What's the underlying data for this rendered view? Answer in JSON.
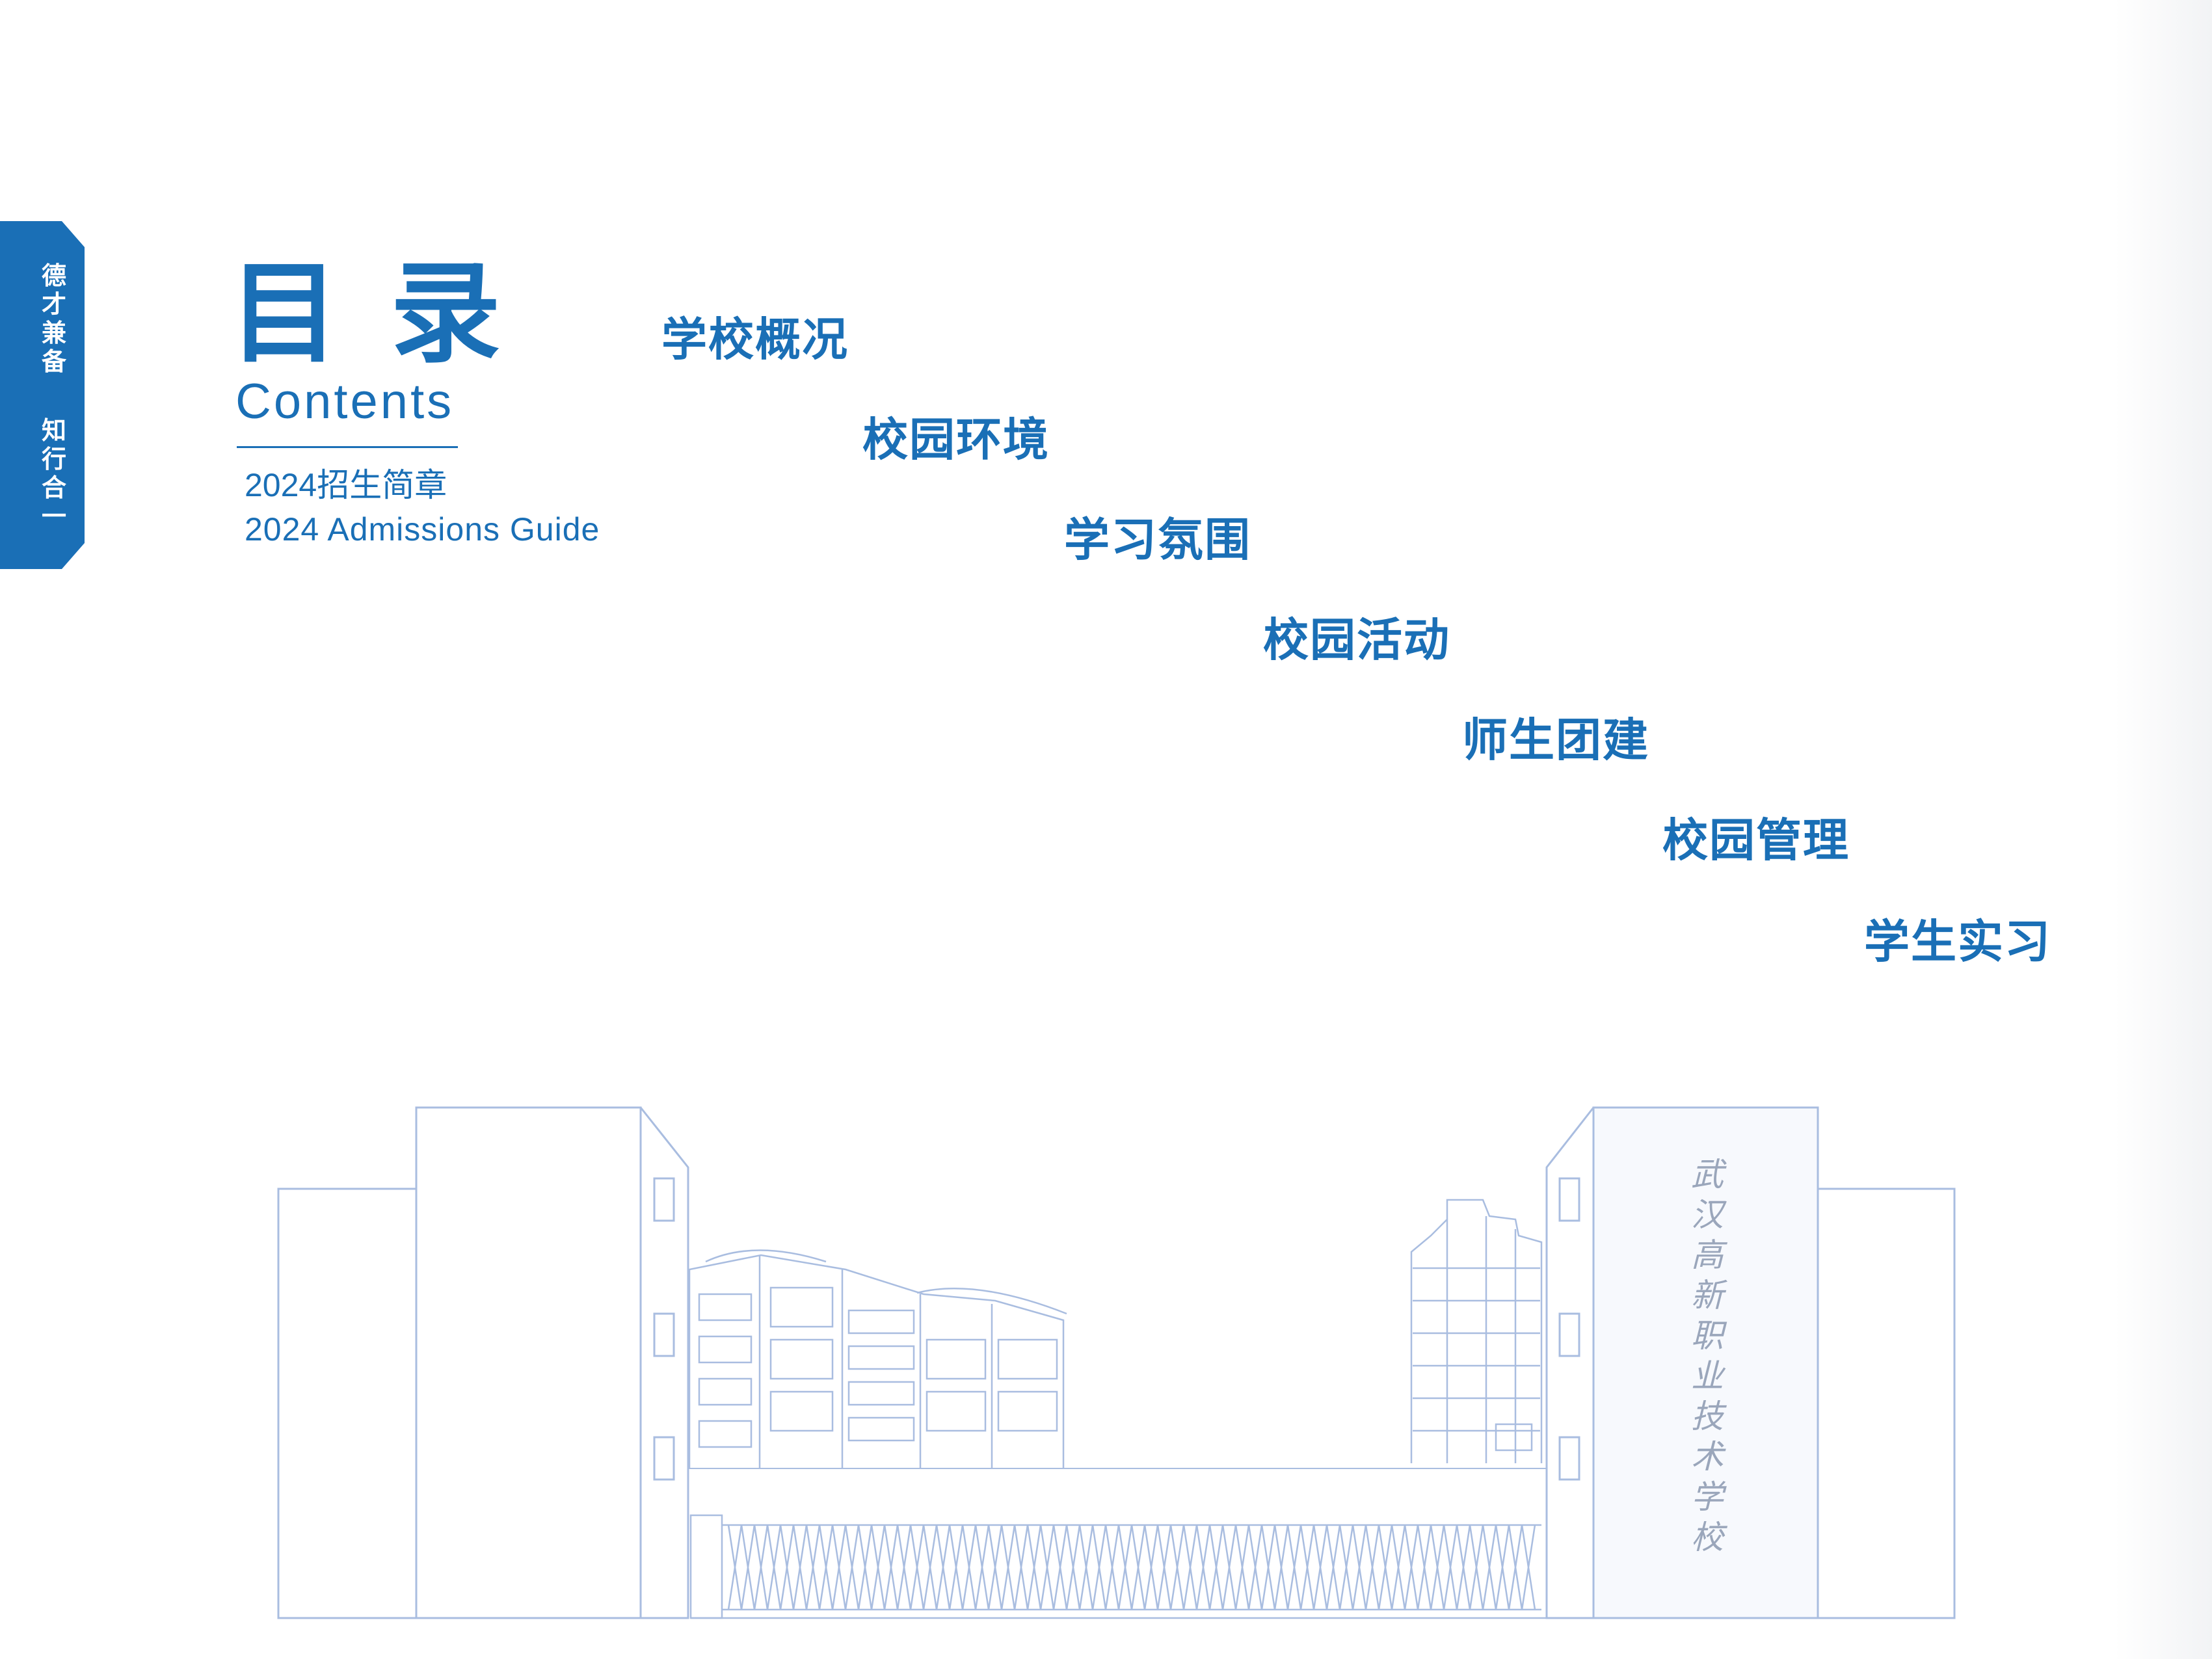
{
  "side_tab": {
    "col1": [
      "德",
      "才",
      "兼",
      "备"
    ],
    "col2": [
      "知",
      "行",
      "合",
      "一"
    ]
  },
  "header": {
    "title_cn": "目录",
    "title_en": "Contents",
    "guide_cn": "2024招生简章",
    "guide_en": "2024 Admissions Guide"
  },
  "toc": [
    {
      "label": "学校概况"
    },
    {
      "label": "校园环境"
    },
    {
      "label": "学习氛围"
    },
    {
      "label": "校园活动"
    },
    {
      "label": "师生团建"
    },
    {
      "label": "校园管理"
    },
    {
      "label": "学生实习"
    }
  ],
  "gate_sign": [
    "武",
    "汉",
    "高",
    "新",
    "职",
    "业",
    "技",
    "术",
    "学",
    "校"
  ],
  "colors": {
    "brand_blue": "#1a6fb6",
    "line_art": "#a9bde0",
    "sign_text": "#9aa6bb"
  },
  "illustration": {
    "icon": "school-gate-line-art"
  }
}
